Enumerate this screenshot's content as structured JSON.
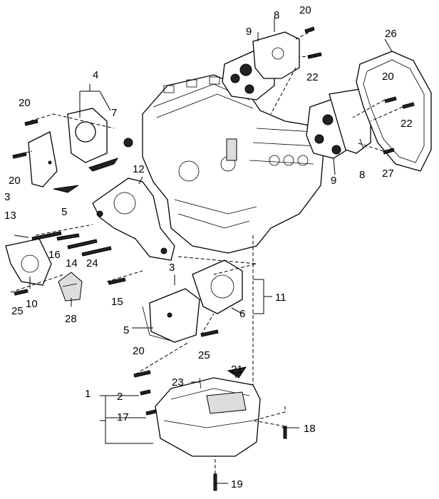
{
  "callouts": {
    "c1": "1",
    "c2": "2",
    "c3a": "3",
    "c3b": "3",
    "c4": "4",
    "c5a": "5",
    "c5b": "5",
    "c6": "6",
    "c7": "7",
    "c8a": "8",
    "c8b": "8",
    "c9a": "9",
    "c9b": "9",
    "c10": "10",
    "c11": "11",
    "c12": "12",
    "c13": "13",
    "c14": "14",
    "c15": "15",
    "c16": "16",
    "c17": "17",
    "c18": "18",
    "c19": "19",
    "c20a": "20",
    "c20b": "20",
    "c20c": "20",
    "c20d": "20",
    "c20e": "20",
    "c21": "21",
    "c22a": "22",
    "c22b": "22",
    "c23": "23",
    "c24": "24",
    "c25a": "25",
    "c25b": "25",
    "c26": "26",
    "c27": "27",
    "c28": "28"
  }
}
